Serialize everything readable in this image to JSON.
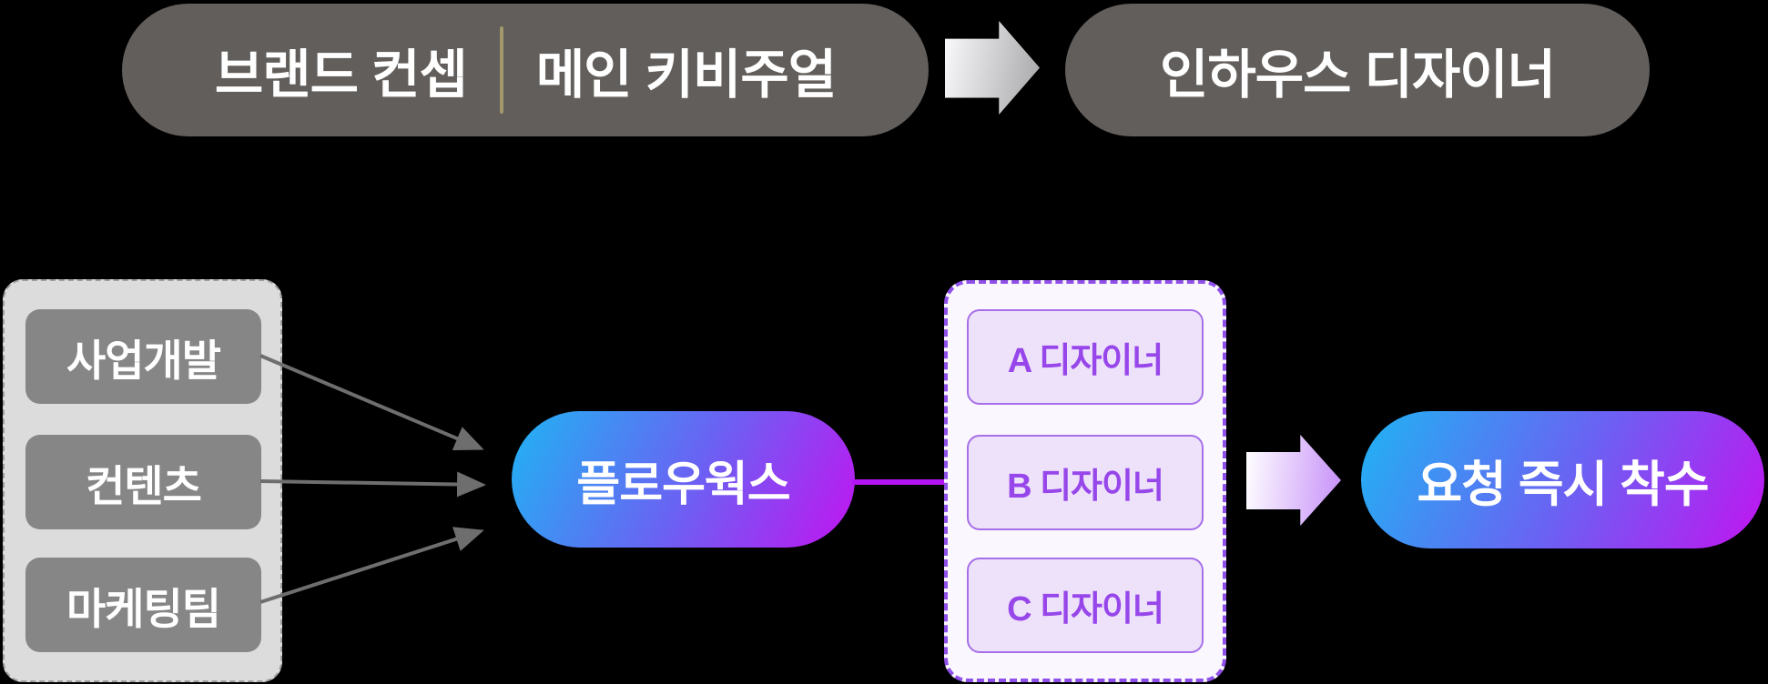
{
  "background_color": "#000000",
  "top_row": {
    "brand_pill": {
      "left_label": "브랜드 컨셉",
      "right_label": "메인 키비주얼",
      "bg_color": "#615E5B",
      "divider_color": "#A3986C"
    },
    "arrow_icon": "right-block-arrow",
    "arrow_gradient": [
      "#FBFBFD",
      "#A6A6A8"
    ],
    "inhouse_pill": {
      "label": "인하우스 디자이너",
      "bg_color": "#615E5B"
    }
  },
  "team_group": {
    "bg_color": "#DCDCDC",
    "border_color": "#9E9E9E",
    "item_bg_color": "#868686",
    "items": [
      {
        "label": "사업개발"
      },
      {
        "label": "컨텐츠"
      },
      {
        "label": "마케팅팀"
      }
    ]
  },
  "flow": {
    "center_pill": {
      "label": "플로우웍스"
    },
    "pill_gradient": [
      "#1FB4F3",
      "#C214F0"
    ],
    "connector_color": "#B414F2",
    "arrow_icon": "right-block-arrow",
    "arrow_gradient": [
      "#FFFFFF",
      "#C68FF8"
    ],
    "result_pill": {
      "label": "요청 즉시 착수"
    }
  },
  "designer_group": {
    "bg_color": "#FBF7FE",
    "border_color": "#8F50EA",
    "item_bg_color": "#EDE2FA",
    "item_border_color": "#A76FE8",
    "item_text_color": "#9746EA",
    "items": [
      {
        "label": "A 디자이너"
      },
      {
        "label": "B 디자이너"
      },
      {
        "label": "C 디자이너"
      }
    ]
  },
  "connector_arrows_color": "#6E6E6E"
}
